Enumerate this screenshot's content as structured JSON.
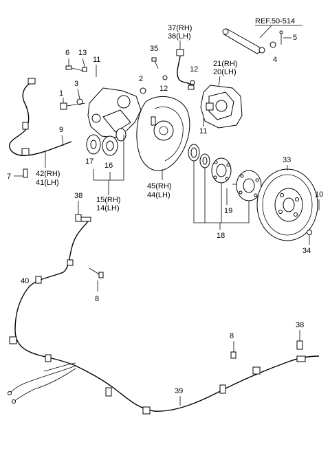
{
  "reference": "REF.50-514",
  "callouts": {
    "c1": "1",
    "c2": "2",
    "c3": "3",
    "c4": "4",
    "c5": "5",
    "c6": "6",
    "c7": "7",
    "c8a": "8",
    "c8b": "8",
    "c9": "9",
    "c10": "10",
    "c11a": "11",
    "c11b": "11",
    "c12a": "12",
    "c12b": "12",
    "c13": "13",
    "c17": "17",
    "c16": "16",
    "c18": "18",
    "c19": "19",
    "c33": "33",
    "c34": "34",
    "c35": "35",
    "c38a": "38",
    "c38b": "38",
    "c39": "39",
    "c40": "40",
    "c37": "37(RH)",
    "c36": "36(LH)",
    "c21": "21(RH)",
    "c20": "20(LH)",
    "c42": "42(RH)",
    "c41": "41(LH)",
    "c15": "15(RH)",
    "c14": "14(LH)",
    "c45": "45(RH)",
    "c44": "44(LH)"
  }
}
